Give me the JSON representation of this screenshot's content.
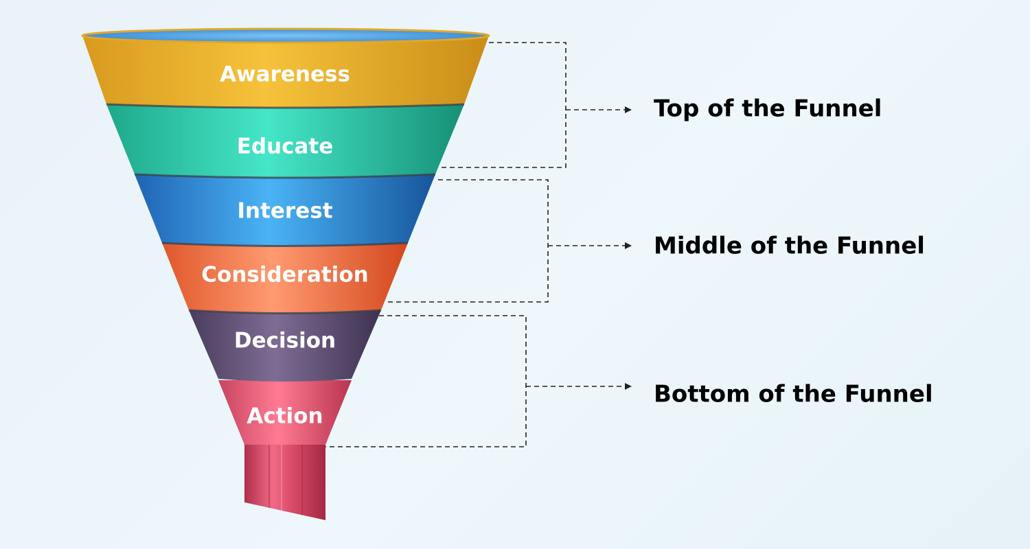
{
  "stages": [
    {
      "id": "awareness",
      "label": "Awareness",
      "color": "#e6ab27"
    },
    {
      "id": "educate",
      "label": "Educate",
      "color": "#27c6a4"
    },
    {
      "id": "interest",
      "label": "Interest",
      "color": "#2f8fe0"
    },
    {
      "id": "consideration",
      "label": "Consideration",
      "color": "#f07040"
    },
    {
      "id": "decision",
      "label": "Decision",
      "color": "#5e4e72"
    },
    {
      "id": "action",
      "label": "Action",
      "color": "#e5566e"
    }
  ],
  "groups": [
    {
      "id": "top",
      "label": "Top of the Funnel",
      "stages": [
        "awareness",
        "educate"
      ]
    },
    {
      "id": "middle",
      "label": "Middle of the Funnel",
      "stages": [
        "interest",
        "consideration"
      ]
    },
    {
      "id": "bottom",
      "label": "Bottom of the Funnel",
      "stages": [
        "decision",
        "action"
      ]
    }
  ],
  "colors": {
    "background": "#eaf4fa",
    "rim": "#5aa6e6",
    "spout": "#c73a58",
    "text": "#000000"
  }
}
